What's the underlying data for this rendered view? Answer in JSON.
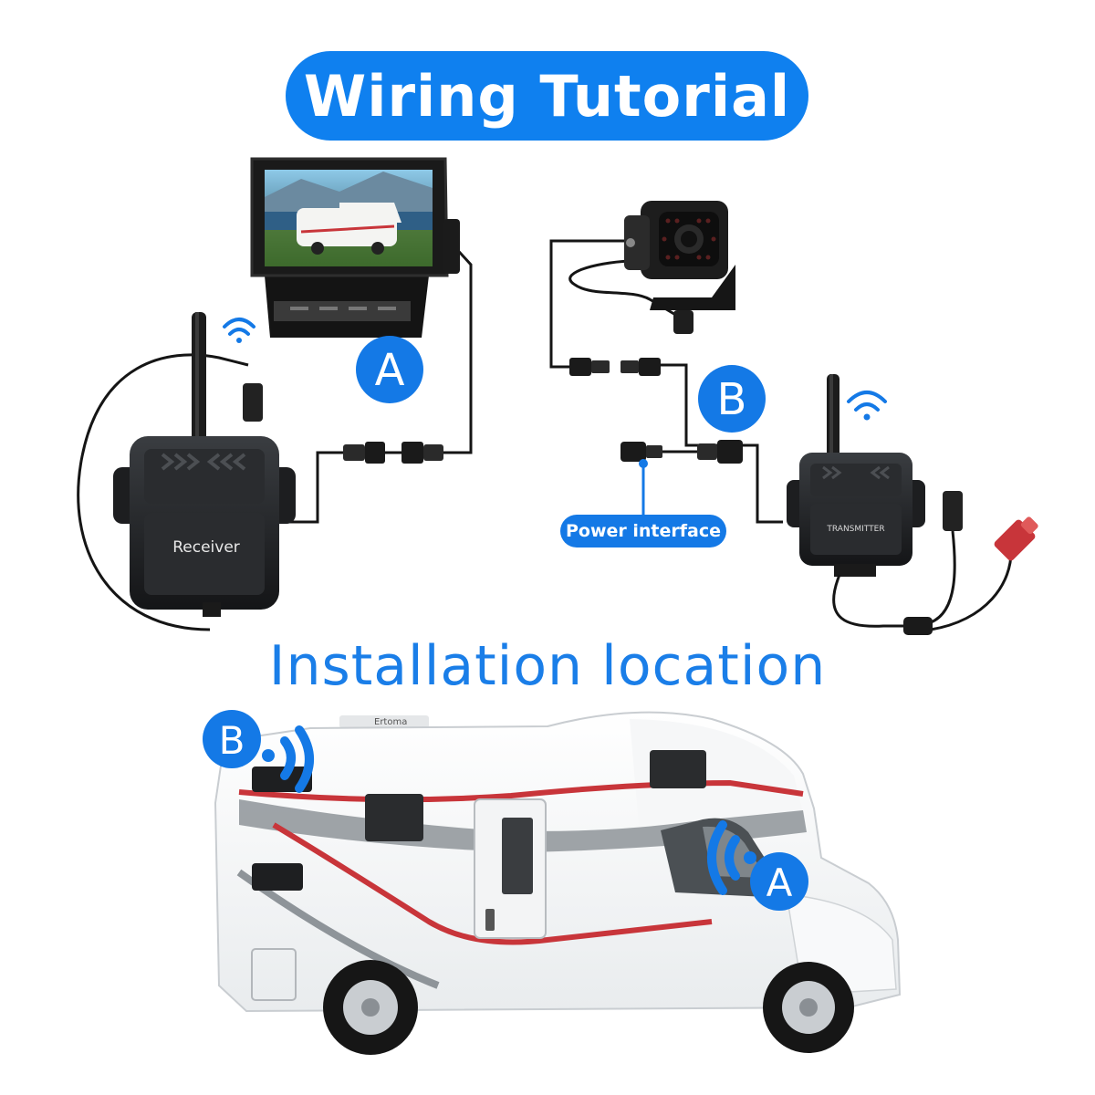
{
  "title": "Wiring Tutorial",
  "section_title": "Installation location",
  "labels": {
    "monitor_marker": "A",
    "camera_marker": "B",
    "receiver": "Receiver",
    "transmitter": "TRANSMITTER",
    "power_interface": "Power interface",
    "rv_rear_marker": "B",
    "rv_cab_marker": "A",
    "rv_brand": "Ertoma"
  },
  "colors": {
    "accent_blue": "#0f80ef",
    "badge_blue": "#1479e6",
    "rv_red": "#c8353a",
    "rv_grey": "#8e9499"
  },
  "icons": [
    "wifi-icon",
    "wifi-icon",
    "signal-waves-icon",
    "signal-waves-icon"
  ]
}
